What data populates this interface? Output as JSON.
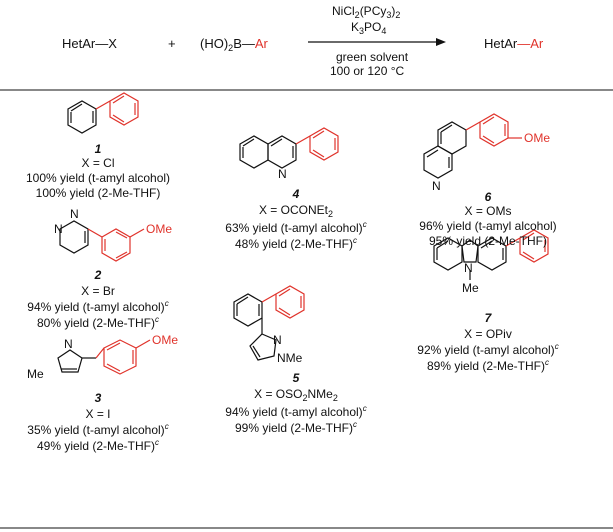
{
  "scheme": {
    "reactant1": "HetAr—X",
    "plus": "+",
    "reactant2_prefix": "(HO)",
    "reactant2_sub": "2",
    "reactant2_mid": "B—",
    "reactant2_ar": "Ar",
    "catalyst_a": "NiCl",
    "catalyst_sub1": "2",
    "catalyst_b": "(PCy",
    "catalyst_sub2": "3",
    "catalyst_c": ")",
    "catalyst_sub3": "2",
    "base_a": "K",
    "base_sub1": "3",
    "base_b": "PO",
    "base_sub2": "4",
    "solvent": "green solvent",
    "temperature": "100 or 120 °C",
    "product_prefix": "HetAr",
    "product_dash": "—",
    "product_ar": "Ar"
  },
  "compounds": [
    {
      "number": "1",
      "x_label": "X = Cl",
      "yield1": "100% yield (t-amyl alcohol)",
      "yield1_sup": "",
      "yield2": "100% yield (2-Me-THF)",
      "yield2_sup": ""
    },
    {
      "number": "2",
      "x_label": "X = Br",
      "substituent": "OMe",
      "ring_atoms": [
        "N",
        "N"
      ],
      "yield1": "94% yield (t-amyl alcohol)",
      "yield1_sup": "c",
      "yield2": "80% yield (2-Me-THF)",
      "yield2_sup": "c"
    },
    {
      "number": "3",
      "x_label": "X = I",
      "substituent": "OMe",
      "n_methyl": "Me",
      "ring_atom": "N",
      "yield1": "35% yield (t-amyl alcohol)",
      "yield1_sup": "c",
      "yield2": "49% yield (2-Me-THF)",
      "yield2_sup": "c"
    },
    {
      "number": "4",
      "x_label_a": "X = OCONEt",
      "x_label_sub": "2",
      "ring_atom": "N",
      "yield1": "63% yield (t-amyl alcohol)",
      "yield1_sup": "c",
      "yield2": "48% yield (2-Me-THF)",
      "yield2_sup": "c"
    },
    {
      "number": "5",
      "x_label_a": "X = OSO",
      "x_label_sub1": "2",
      "x_label_b": "NMe",
      "x_label_sub2": "2",
      "ring_atom": "N",
      "n_methyl": "N",
      "methyl": "Me",
      "yield1": "94% yield (t-amyl alcohol)",
      "yield1_sup": "c",
      "yield2": "99% yield (2-Me-THF)",
      "yield2_sup": "c"
    },
    {
      "number": "6",
      "x_label": "X = OMs",
      "substituent": "OMe",
      "ring_atom": "N",
      "yield1": "96% yield (t-amyl alcohol)",
      "yield1_sup": "",
      "yield2": "95% yield (2-Me-THF)",
      "yield2_sup": ""
    },
    {
      "number": "7",
      "x_label": "X = OPiv",
      "ring_atom": "N",
      "methyl": "Me",
      "yield1": "92% yield (t-amyl alcohol)",
      "yield1_sup": "c",
      "yield2": "89% yield (2-Me-THF)",
      "yield2_sup": "c"
    }
  ],
  "colors": {
    "highlight": "#e0332b",
    "ink": "#111111"
  }
}
